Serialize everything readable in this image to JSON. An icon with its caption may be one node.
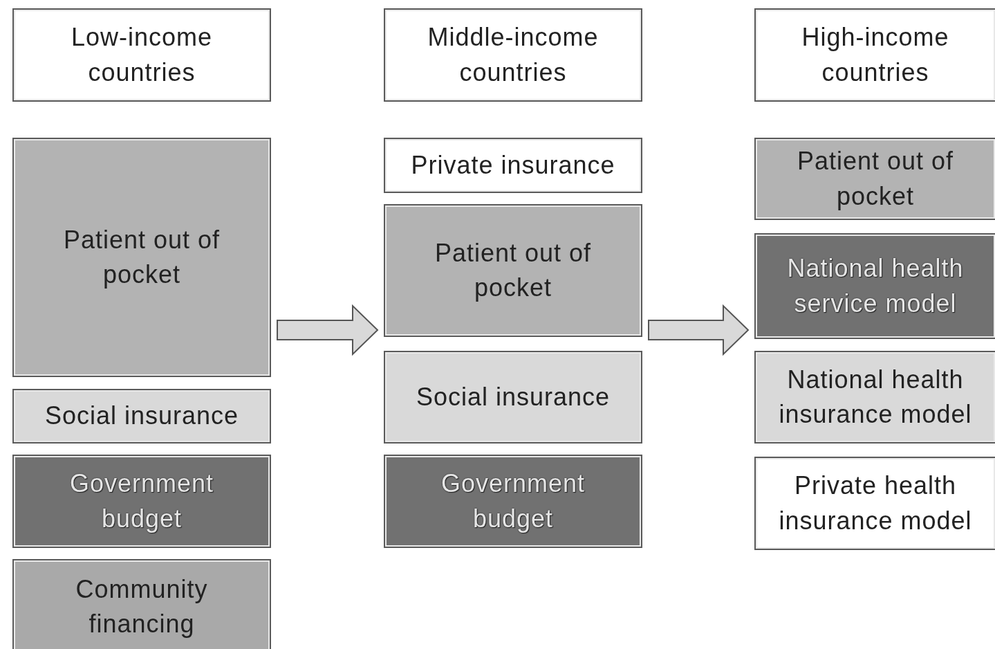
{
  "diagram": {
    "nodes": [
      {
        "text": [
          "Low-income countries"
        ]
      },
      {
        "text": [
          "Patient out of pocket"
        ]
      },
      {
        "text": [
          "Social insurance"
        ]
      },
      {
        "text": [
          "Government budget"
        ]
      },
      {
        "text": [
          "Community financing"
        ]
      },
      {
        "text": [
          "Middle-income countries"
        ]
      },
      {
        "text": [
          "Private insurance"
        ]
      },
      {
        "text": [
          "Patient out of pocket"
        ]
      },
      {
        "text": [
          "Social insurance"
        ]
      },
      {
        "text": [
          "Government budget"
        ]
      },
      {
        "text": [
          "High-income countries"
        ]
      },
      {
        "text": [
          "Patient out of pocket"
        ]
      },
      {
        "text": [
          "National health service model"
        ]
      },
      {
        "text": [
          "National health insurance model"
        ]
      },
      {
        "text": [
          "Private health insurance model"
        ]
      }
    ],
    "edges": [
      {
        "from": 1,
        "to": 7,
        "arrow": "to"
      },
      {
        "from": 7,
        "to": 12,
        "arrow": "to"
      }
    ]
  }
}
